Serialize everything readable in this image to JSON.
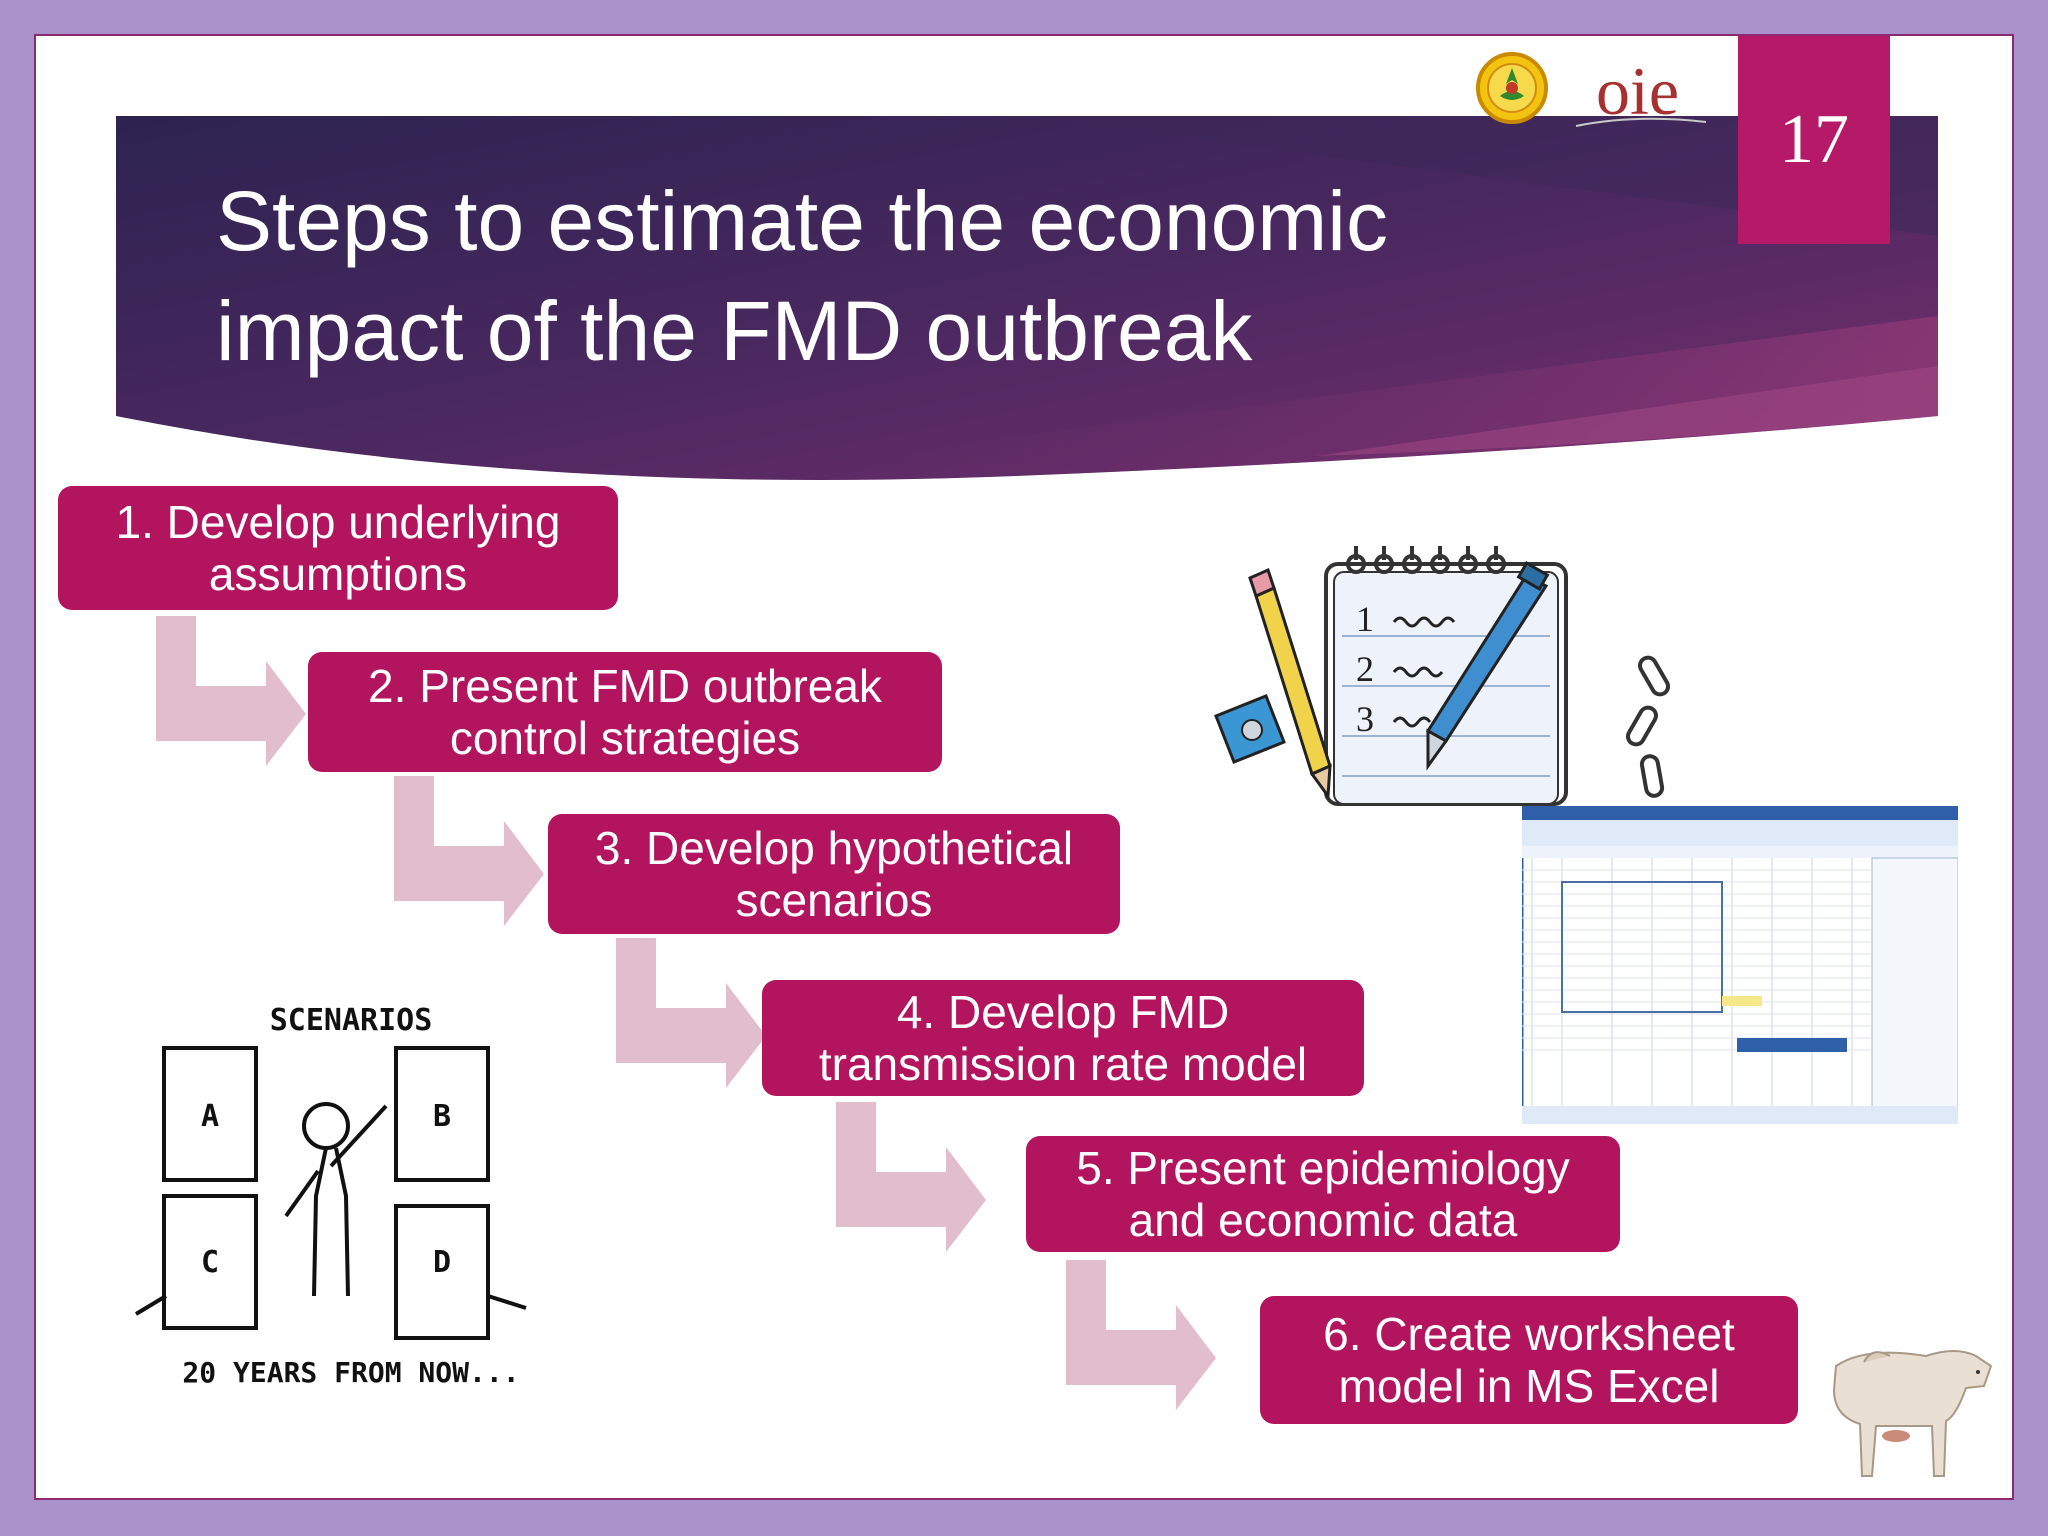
{
  "slide": {
    "title_line1": "Steps to estimate the economic",
    "title_line2": "impact of the FMD outbreak",
    "page_number": "17",
    "logo_text": "oie"
  },
  "steps": [
    {
      "line1": "1. Develop underlying",
      "line2": "assumptions"
    },
    {
      "line1": "2. Present FMD outbreak",
      "line2": "control strategies"
    },
    {
      "line1": "3. Develop hypothetical",
      "line2": "scenarios"
    },
    {
      "line1": "4. Develop FMD",
      "line2": "transmission rate model"
    },
    {
      "line1": "5. Present epidemiology",
      "line2": "and economic data"
    },
    {
      "line1": "6. Create worksheet",
      "line2": "model in MS Excel"
    }
  ],
  "scenarios_art": {
    "heading": "SCENARIOS",
    "labels": [
      "A",
      "B",
      "C",
      "D"
    ],
    "caption": "20 YEARS FROM NOW..."
  },
  "notepad_art": {
    "items": [
      "1",
      "2",
      "3"
    ]
  },
  "colors": {
    "accent": "#b2145e",
    "banner_dark": "#2e2350",
    "banner_mid": "#6a2c6b",
    "arrow": "#e3bfcd",
    "frame": "#a892c9"
  },
  "icons": [
    "pencil-icon",
    "sharpener-icon",
    "paperclip-icon",
    "pen-icon",
    "spreadsheet-icon",
    "cow-icon"
  ]
}
